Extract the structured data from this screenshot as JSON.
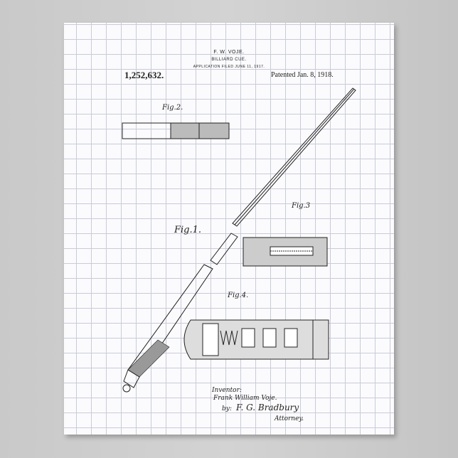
{
  "header": {
    "inventor_name": "F. W. VOJE.",
    "title": "BILLIARD CUE.",
    "application": "APPLICATION FILED JUNE 11, 1917.",
    "patent_number": "1,252,632.",
    "patented": "Patented Jan. 8, 1918."
  },
  "figures": {
    "fig1": "Fig.1.",
    "fig2": "Fig.2.",
    "fig3": "Fig.3",
    "fig4": "Fig.4."
  },
  "signature": {
    "inventor_label": "Inventor:",
    "inventor": "Frank William Voje.",
    "by": "by:",
    "attorney_signature": "F. G. Bradbury",
    "attorney": "Attorney."
  },
  "colors": {
    "paper": "#fbfbfd",
    "grid": "#c9cbd8",
    "ink": "#222222"
  }
}
